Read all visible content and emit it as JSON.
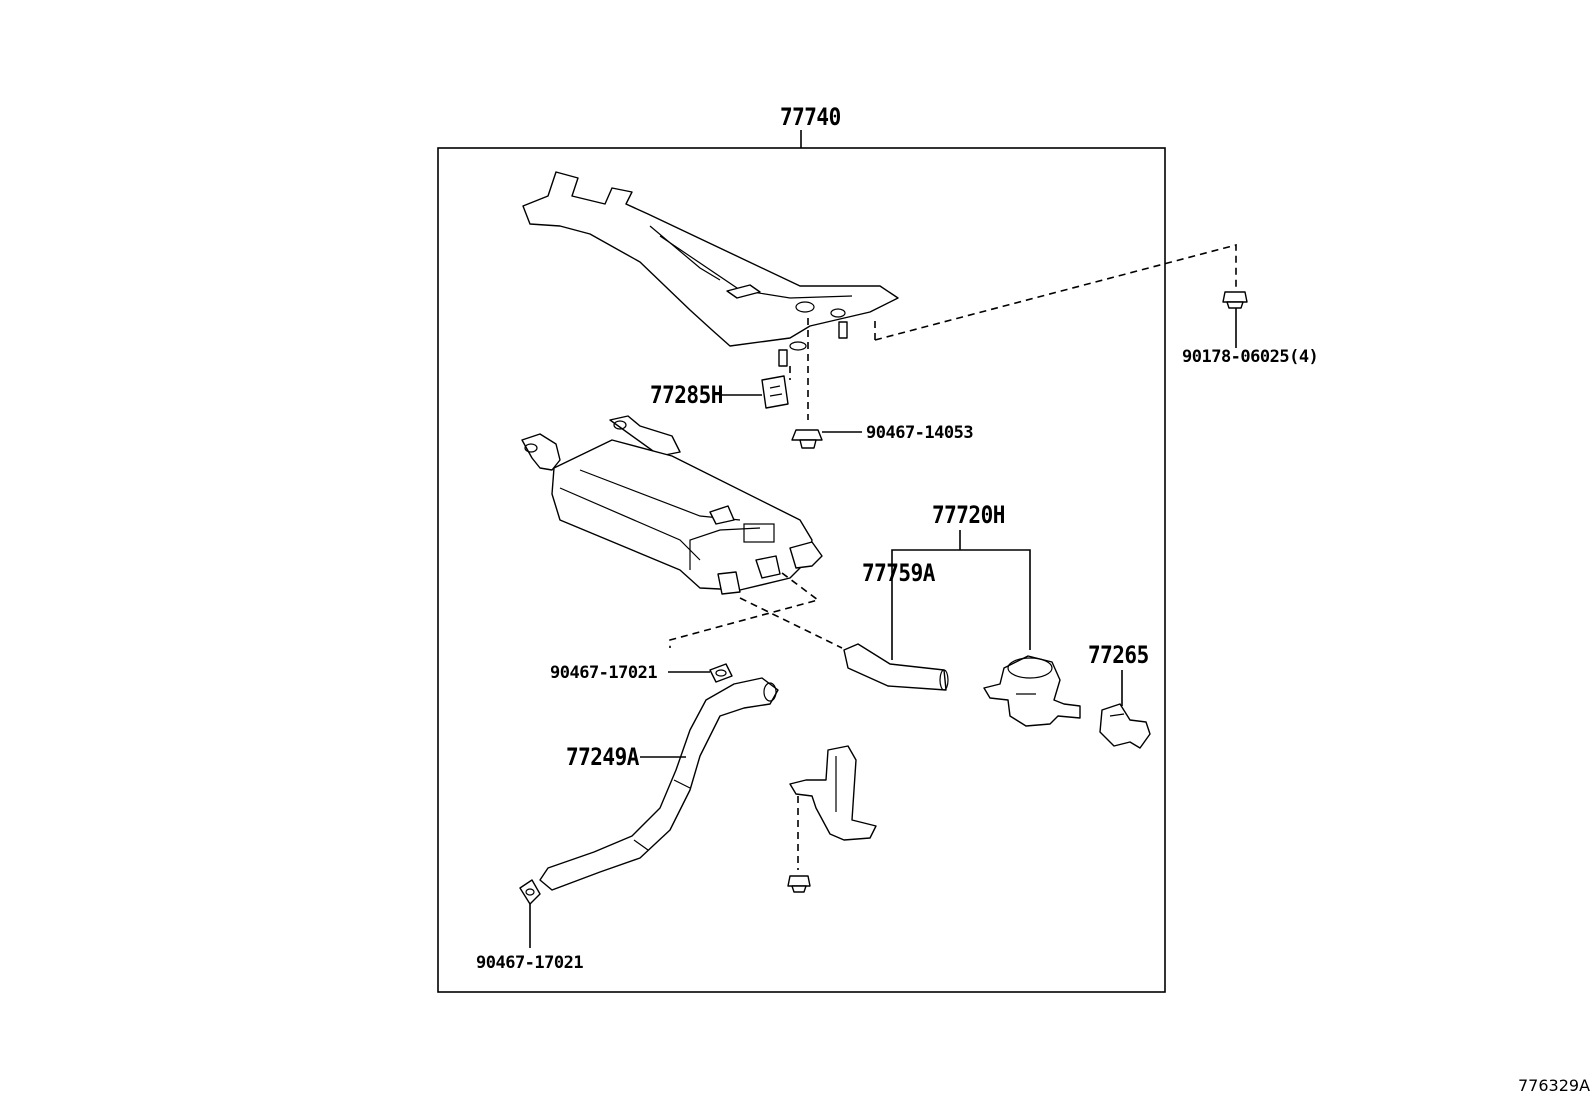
{
  "labels": {
    "assembly": "77740",
    "bolt_set": "90178-06025(4)",
    "clip_bracket": "77285H",
    "nut": "90467-14053",
    "hose_assembly": "77720H",
    "hose_short": "77759A",
    "valve": "77265",
    "clamp_upper": "90467-17021",
    "hose_pipe": "77249A",
    "clamp_lower": "90467-17021"
  },
  "reference_code": "776329A"
}
